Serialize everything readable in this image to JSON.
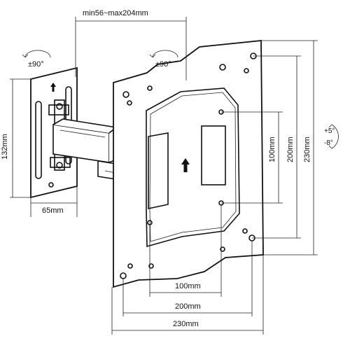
{
  "diagram": {
    "dimensions": {
      "arm_extension": "min56~max204mm",
      "wall_plate_height": "132mm",
      "wall_plate_width": "65mm",
      "vesa_small": "100mm",
      "vesa_medium": "200mm",
      "vesa_large": "230mm",
      "vertical_100": "100mm",
      "vertical_200": "200mm",
      "vertical_230": "230mm"
    },
    "rotation": {
      "wall_swivel": "±90°",
      "plate_swivel": "±90°"
    },
    "tilt": {
      "up": "+5°",
      "down": "-8°"
    },
    "colors": {
      "line": "#111111",
      "background": "#ffffff"
    }
  }
}
